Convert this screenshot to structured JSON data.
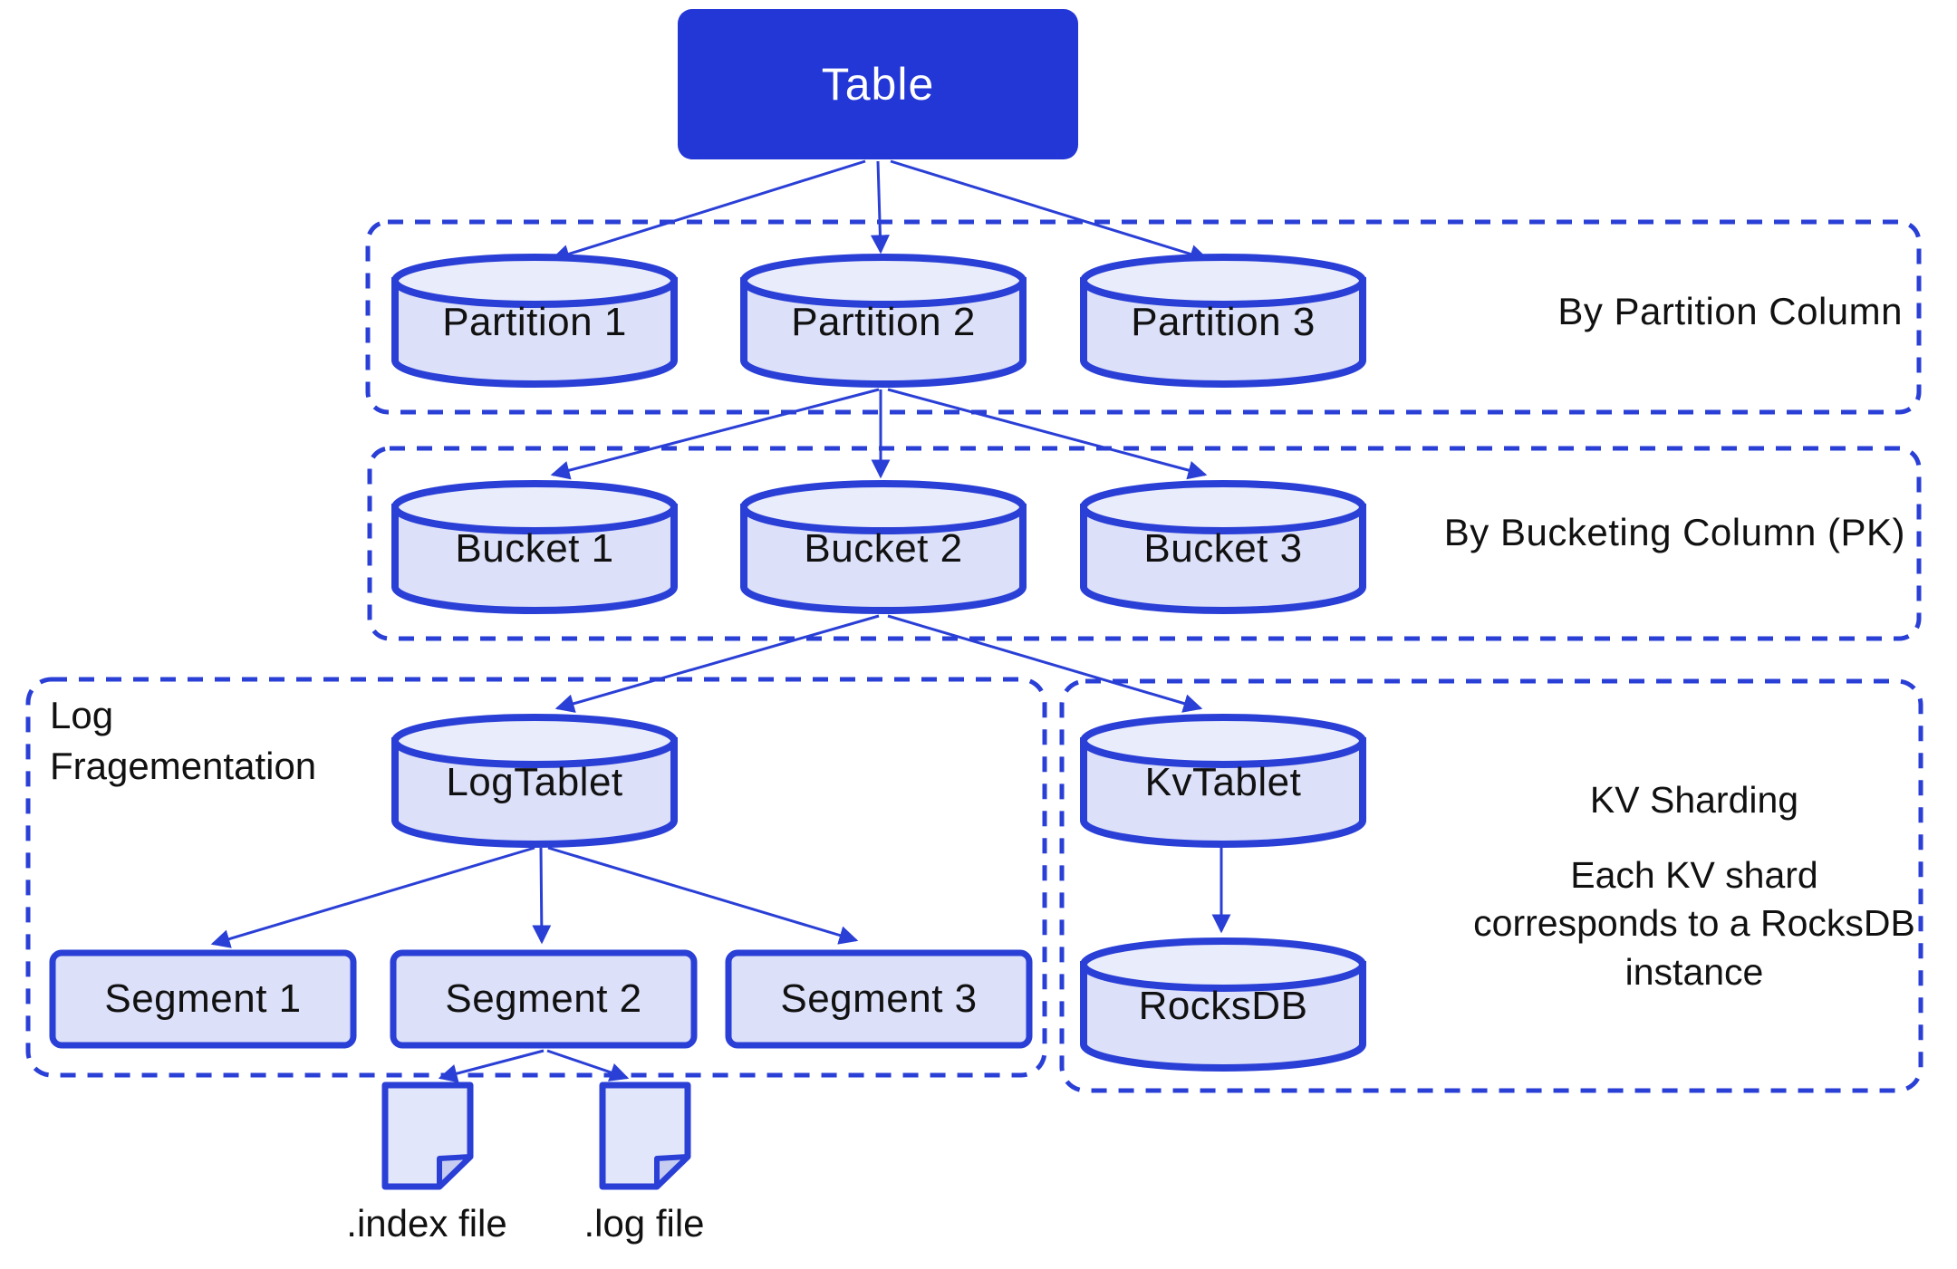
{
  "diagram": {
    "root": {
      "label": "Table"
    },
    "partition_group": {
      "caption": "By Partition Column",
      "nodes": [
        "Partition 1",
        "Partition 2",
        "Partition 3"
      ]
    },
    "bucket_group": {
      "caption": "By Bucketing Column (PK)",
      "nodes": [
        "Bucket 1",
        "Bucket 2",
        "Bucket 3"
      ]
    },
    "log_group": {
      "caption": "Log Fragementation",
      "tablet": "LogTablet",
      "segments": [
        "Segment 1",
        "Segment 2",
        "Segment 3"
      ],
      "files": [
        ".index file",
        ".log file"
      ]
    },
    "kv_group": {
      "caption_title": "KV Sharding",
      "caption_body": "Each KV shard corresponds to a RocksDB instance",
      "tablet": "KvTablet",
      "store": "RocksDB"
    }
  },
  "colors": {
    "stroke": "#2a3fd6",
    "table_fill": "#2337d6",
    "table_text": "#ffffff",
    "cyl_body": "#dce0f8",
    "cyl_top": "#e9ecfb",
    "node_fill": "#dce0f8",
    "file_fill": "#e2e6fa",
    "fold_fill": "#c7cdf0",
    "text": "#111111",
    "background": "#ffffff"
  }
}
